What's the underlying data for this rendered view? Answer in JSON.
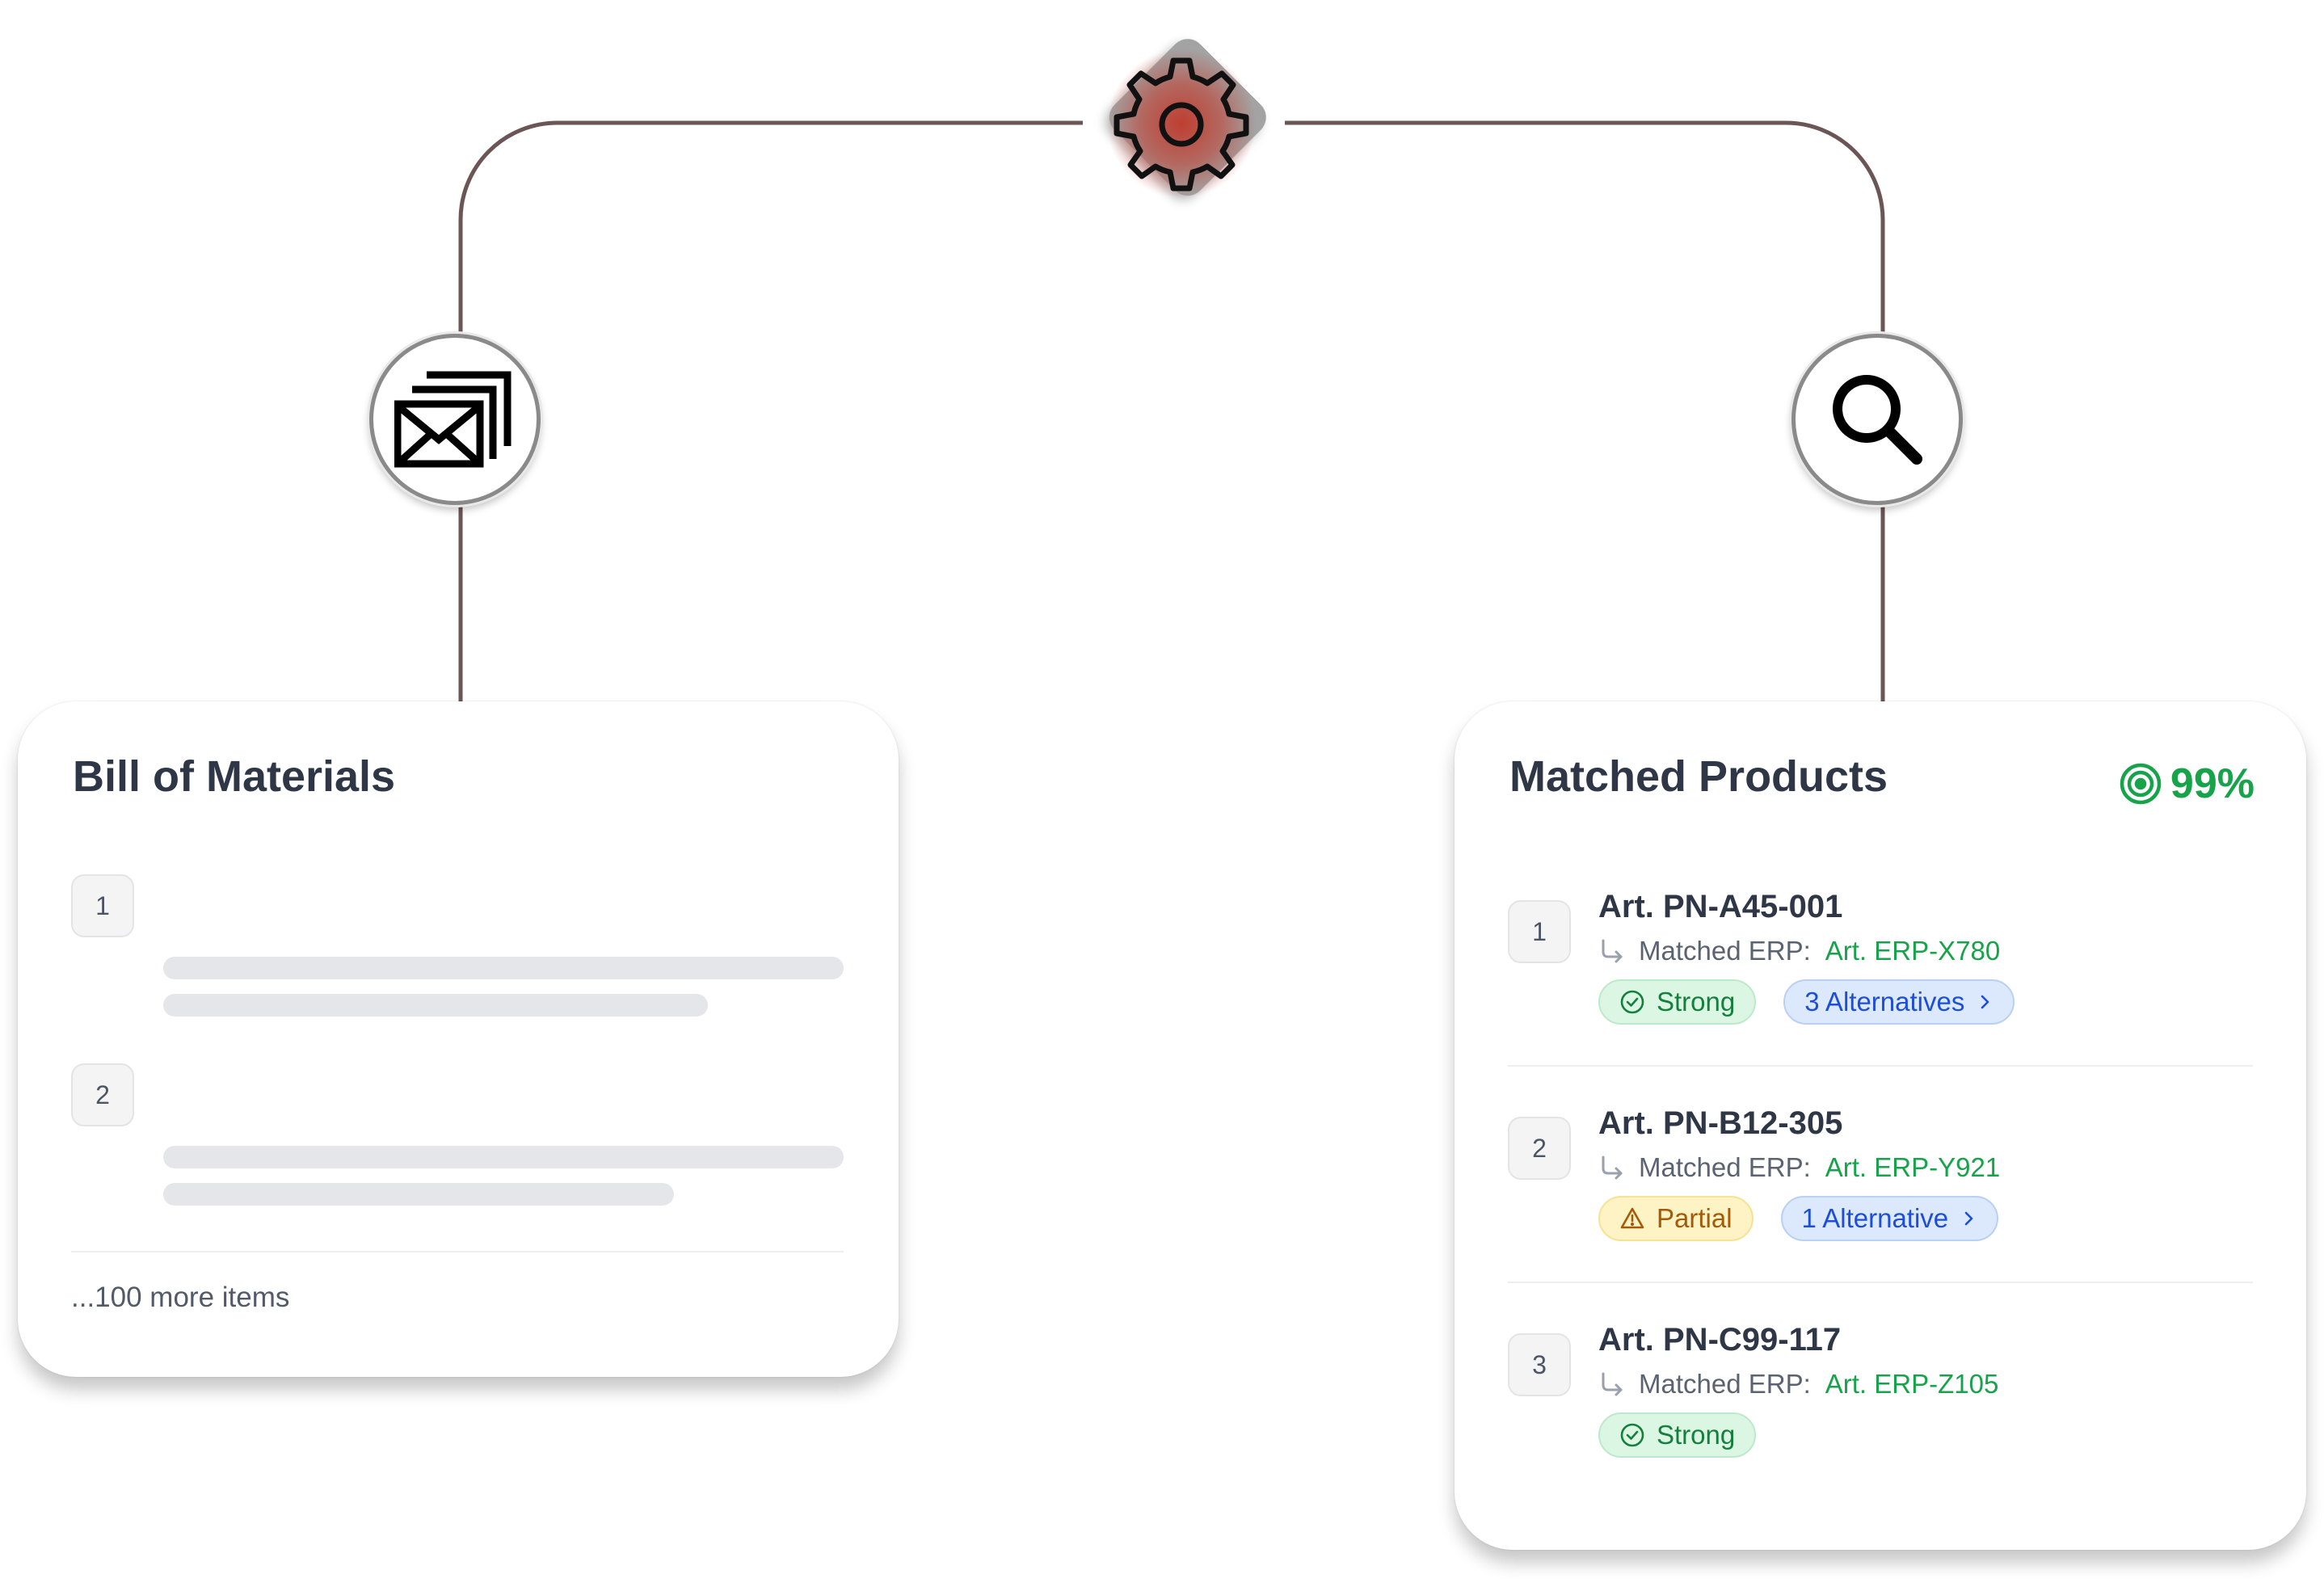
{
  "bom": {
    "title": "Bill of Materials",
    "items": [
      {
        "num": "1"
      },
      {
        "num": "2"
      }
    ],
    "more_text": "...100 more items"
  },
  "matched": {
    "title": "Matched Products",
    "score": "99%",
    "erp_label": "Matched ERP:",
    "items": [
      {
        "num": "1",
        "article": "Art. PN-A45-001",
        "erp": "Art. ERP-X780",
        "status": "Strong",
        "alternatives": "3 Alternatives"
      },
      {
        "num": "2",
        "article": "Art. PN-B12-305",
        "erp": "Art. ERP-Y921",
        "status": "Partial",
        "alternatives": "1 Alternative"
      },
      {
        "num": "3",
        "article": "Art. PN-C99-117",
        "erp": "Art. ERP-Z105",
        "status": "Strong"
      }
    ]
  },
  "icons": {
    "hub": "gear-icon",
    "left_node": "envelopes-icon",
    "right_node": "magnifier-icon"
  },
  "colors": {
    "connector": "#6b5556",
    "hub_glow": "#c0392b",
    "success": "#16a34a",
    "warning": "#a45a08",
    "info": "#1d4ed8"
  }
}
